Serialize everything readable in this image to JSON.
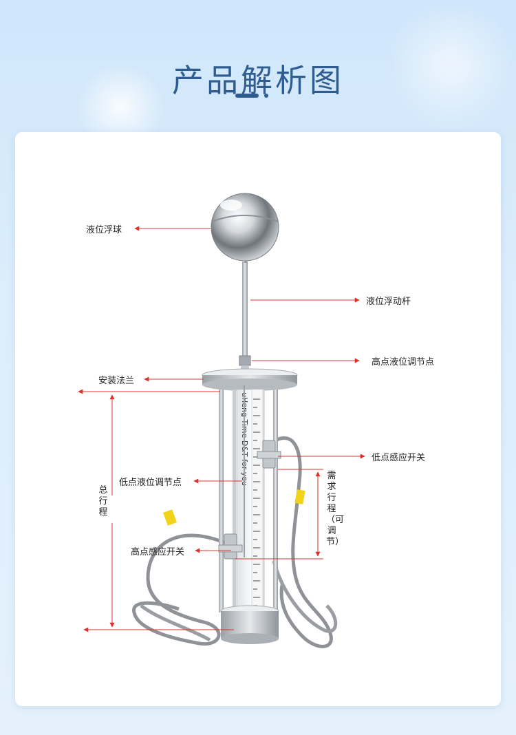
{
  "page": {
    "title": "产品解析图"
  },
  "colors": {
    "title": "#2f5d8f",
    "callout": "#e0302b",
    "steel": "#b9bec4",
    "cable": "#8f9397",
    "tag": "#f3d21a"
  },
  "tube_text": "uHeng Time D&T for you",
  "labels": {
    "float_ball": "液位浮球",
    "float_rod": "液位浮动杆",
    "high_adjust": "高点液位调节点",
    "flange": "安装法兰",
    "low_switch": "低点感应开关",
    "low_adjust": "低点液位调节点",
    "total_travel": "总行程",
    "required_travel": "需求行程（可调节）",
    "high_switch": "高点感应开关"
  }
}
